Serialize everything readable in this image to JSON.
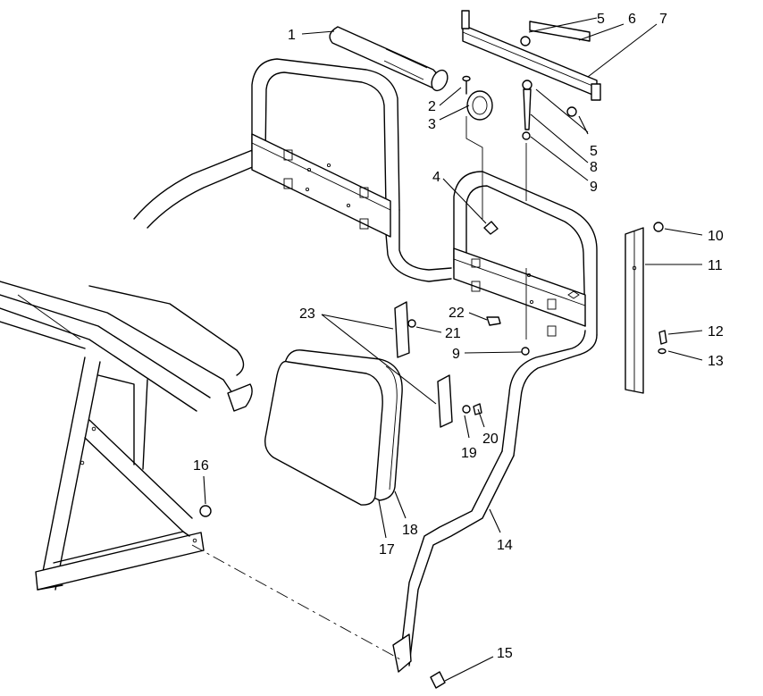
{
  "callouts": [
    {
      "id": "c1",
      "label": "1"
    },
    {
      "id": "c2",
      "label": "2"
    },
    {
      "id": "c3",
      "label": "3"
    },
    {
      "id": "c4",
      "label": "4"
    },
    {
      "id": "c5a",
      "label": "5"
    },
    {
      "id": "c5b",
      "label": "5"
    },
    {
      "id": "c6",
      "label": "6"
    },
    {
      "id": "c7",
      "label": "7"
    },
    {
      "id": "c8",
      "label": "8"
    },
    {
      "id": "c9a",
      "label": "9"
    },
    {
      "id": "c9b",
      "label": "9"
    },
    {
      "id": "c10",
      "label": "10"
    },
    {
      "id": "c11",
      "label": "11"
    },
    {
      "id": "c12",
      "label": "12"
    },
    {
      "id": "c13",
      "label": "13"
    },
    {
      "id": "c14",
      "label": "14"
    },
    {
      "id": "c15",
      "label": "15"
    },
    {
      "id": "c16",
      "label": "16"
    },
    {
      "id": "c17",
      "label": "17"
    },
    {
      "id": "c18",
      "label": "18"
    },
    {
      "id": "c19",
      "label": "19"
    },
    {
      "id": "c20",
      "label": "20"
    },
    {
      "id": "c21",
      "label": "21"
    },
    {
      "id": "c22",
      "label": "22"
    },
    {
      "id": "c23",
      "label": "23"
    }
  ]
}
